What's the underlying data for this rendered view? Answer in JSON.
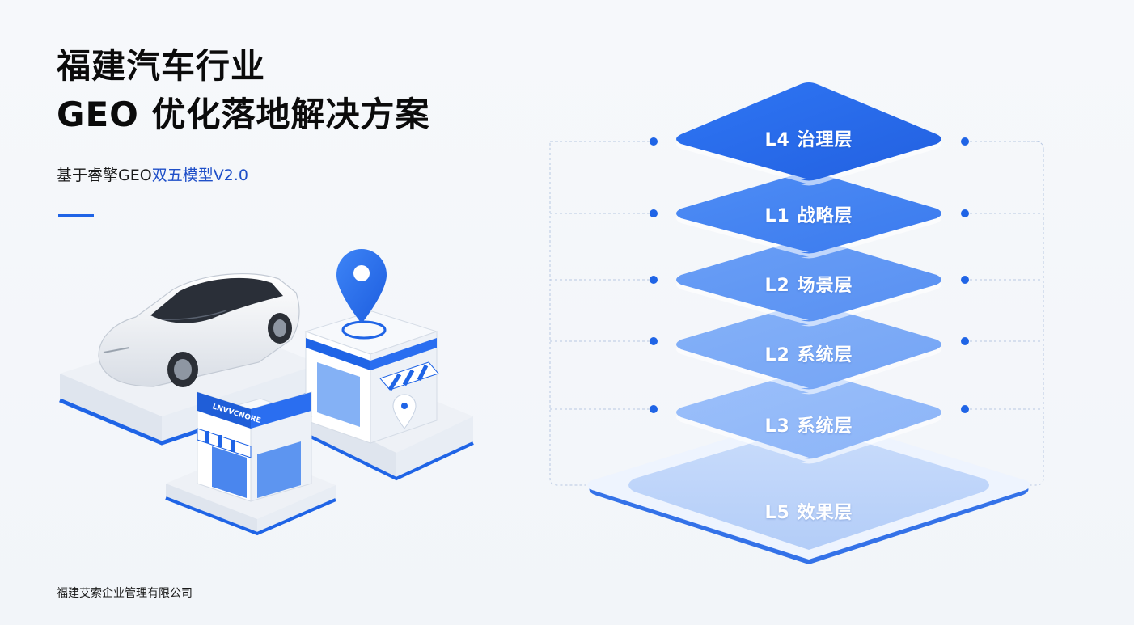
{
  "header": {
    "title_line1": "福建汽车行业",
    "title_line2": "GEO 优化落地解决方案",
    "subtitle_prefix": "基于睿擎GEO",
    "subtitle_highlight": "双五模型V2.0"
  },
  "illustration": {
    "store_sign": "LNVVCNORE"
  },
  "layers": [
    {
      "label": "L4 治理层"
    },
    {
      "label": "L1 战略层"
    },
    {
      "label": "L2 场景层"
    },
    {
      "label": "L2 系统层"
    },
    {
      "label": "L3 系统层"
    },
    {
      "label": "L5 效果层"
    }
  ],
  "footer": {
    "company": "福建艾索企业管理有限公司"
  },
  "colors": {
    "accent": "#1f64e6",
    "highlight_text": "#1f4fc8",
    "layer_top": "#2a6ef0",
    "layer_light": "#8fb8f8"
  }
}
